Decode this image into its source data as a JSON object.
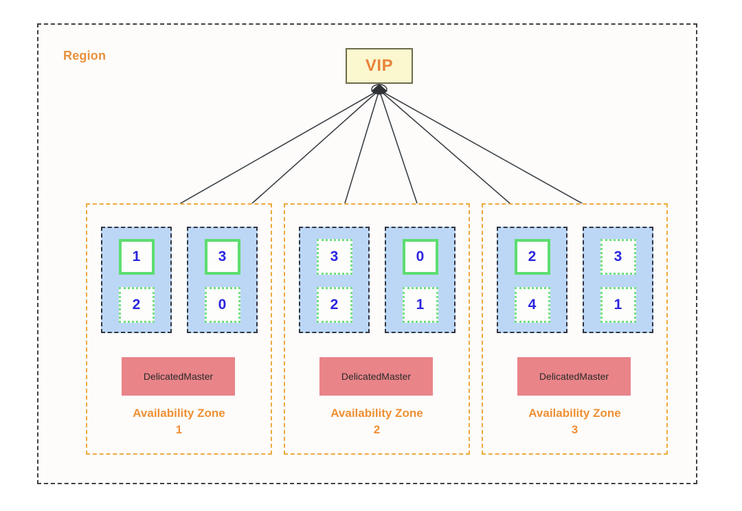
{
  "diagram": {
    "title": "Region",
    "region_label": "Region",
    "vip": {
      "label": "VIP",
      "color": "#fbf7cf",
      "text_color": "#e8833a",
      "border_color": "#6b6b4a"
    },
    "colors": {
      "region_border": "#3d4044",
      "az_border": "#eda93f",
      "az_label": "#ef8f33",
      "node_fill": "#bcd7f5",
      "node_border": "#2f3340",
      "shard_primary_border": "#5ddd70",
      "shard_replica_border": "#6ee07f",
      "shard_text": "#2b24e0",
      "master_fill": "#e98489",
      "master_text": "#2a2a2a",
      "connector": "#3d4044"
    },
    "legend": {
      "primary_style": "solid-green-border",
      "replica_style": "dotted-green-border"
    },
    "availability_zones": [
      {
        "name": "Availability Zone",
        "number": "1",
        "master_label": "DelicatedMaster",
        "nodes": [
          {
            "shards": [
              {
                "id": "1",
                "role": "primary"
              },
              {
                "id": "2",
                "role": "replica"
              }
            ]
          },
          {
            "shards": [
              {
                "id": "3",
                "role": "primary"
              },
              {
                "id": "0",
                "role": "replica"
              }
            ]
          }
        ]
      },
      {
        "name": "Availability Zone",
        "number": "2",
        "master_label": "DelicatedMaster",
        "nodes": [
          {
            "shards": [
              {
                "id": "3",
                "role": "replica"
              },
              {
                "id": "2",
                "role": "replica"
              }
            ]
          },
          {
            "shards": [
              {
                "id": "0",
                "role": "primary"
              },
              {
                "id": "1",
                "role": "replica"
              }
            ]
          }
        ]
      },
      {
        "name": "Availability Zone",
        "number": "3",
        "master_label": "DelicatedMaster",
        "nodes": [
          {
            "shards": [
              {
                "id": "2",
                "role": "primary"
              },
              {
                "id": "4",
                "role": "replica"
              }
            ]
          },
          {
            "shards": [
              {
                "id": "3",
                "role": "replica"
              },
              {
                "id": "1",
                "role": "replica"
              }
            ]
          }
        ]
      }
    ],
    "connections": {
      "from": "VIP",
      "to": [
        "az1-node1",
        "az1-node2",
        "az2-node1",
        "az2-node2",
        "az3-node1",
        "az3-node2"
      ],
      "count": 6,
      "direction": "into-vip"
    }
  }
}
